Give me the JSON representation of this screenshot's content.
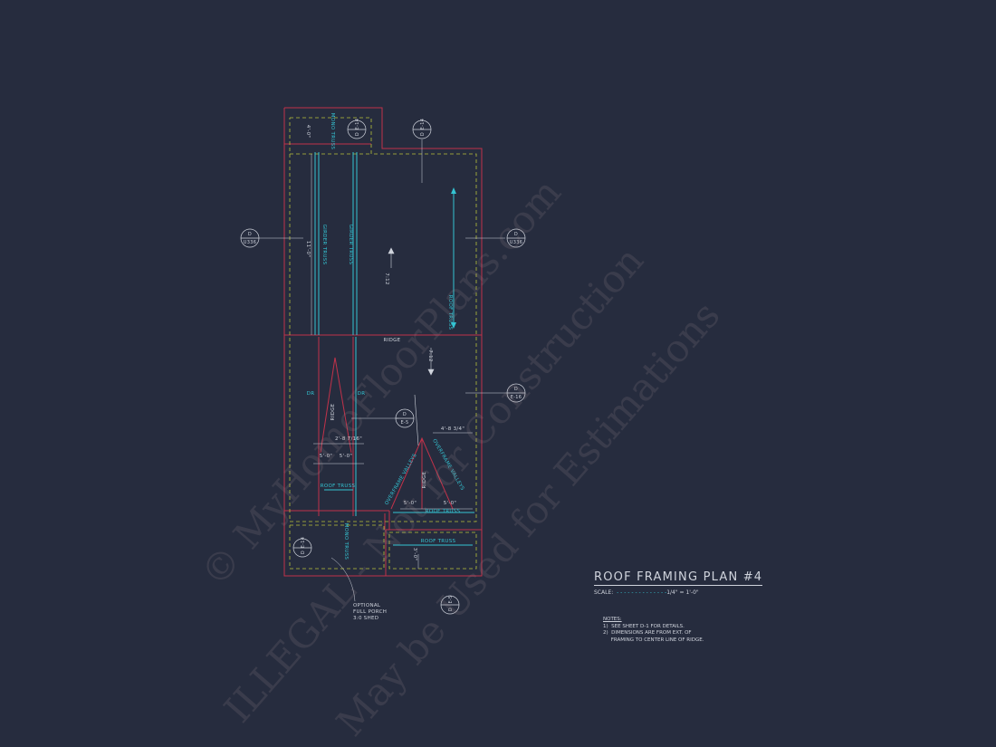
{
  "plan": {
    "title": "ROOF FRAMING PLAN #4",
    "scale_label": "SCALE:",
    "scale_value": "1/4\" = 1'-0\"",
    "notes_heading": "NOTES:",
    "notes": [
      "1)  SEE SHEET D-1 FOR DETAILS.",
      "2)  DIMENSIONS ARE FROM EXT. OF",
      "     FRAMING TO CENTER LINE OF RIDGE."
    ]
  },
  "labels": {
    "mono_truss": "MONO TRUSS",
    "girder_truss_1": "GIRDER TRUSS",
    "girder_truss_2": "GIRDER TRUSS",
    "roof_truss_vertical": "ROOF TRUSS",
    "roof_truss_left": "ROOF TRUSS",
    "roof_truss_mid": "ROOF TRUSS",
    "roof_truss_bottom": "ROOF TRUSS",
    "mono_truss_bottom": "MONO TRUSS",
    "ridge_main": "RIDGE",
    "ridge_left": "RIDGE",
    "ridge_valley": "RIDGE",
    "overframe_valley_1": "OVERFRAME VALLEYS",
    "overframe_valley_2": "OVERFRAME VALLEYS",
    "dr_left": "DR",
    "dr_right": "DR",
    "pitch_1": "7:12",
    "pitch_2": "7:12",
    "optional_porch": "OPTIONAL",
    "optional_porch_2": "FULL PORCH",
    "optional_porch_3": "3:0 SHED"
  },
  "dimensions": {
    "dim_11_0": "11'-0\"",
    "dim_4_0": "4'-0\"",
    "dim_2_8": "2'-8 7/16\"",
    "dim_4_8": "4'-8 3/4\"",
    "dim_5_0a": "5'-0\"",
    "dim_5_0b": "5'-0\"",
    "dim_5_0c": "5'-0\"",
    "dim_5_0d": "5'-0\"",
    "dim_3_0": "3'-0\""
  },
  "callouts": [
    {
      "top": "D",
      "bottom": "E-14"
    },
    {
      "top": "D",
      "bottom": "E-14"
    },
    {
      "top": "D",
      "bottom": "U336"
    },
    {
      "top": "D",
      "bottom": "U336"
    },
    {
      "top": "D",
      "bottom": "E-16"
    },
    {
      "top": "D",
      "bottom": "E-5"
    },
    {
      "top": "D",
      "bottom": "E-14"
    },
    {
      "top": "D",
      "bottom": "E-5"
    }
  ],
  "watermark": {
    "line1": "© MyHomeFloorPlans.com",
    "line2": "ILLEGAL - Not for Construction",
    "line3": "May be Used for Estimations"
  },
  "colors": {
    "background": "#262c3e",
    "wall": "#c0324a",
    "cyan": "#34c3d2",
    "dashed": "#b9c23a",
    "text": "#cfd3dc"
  }
}
